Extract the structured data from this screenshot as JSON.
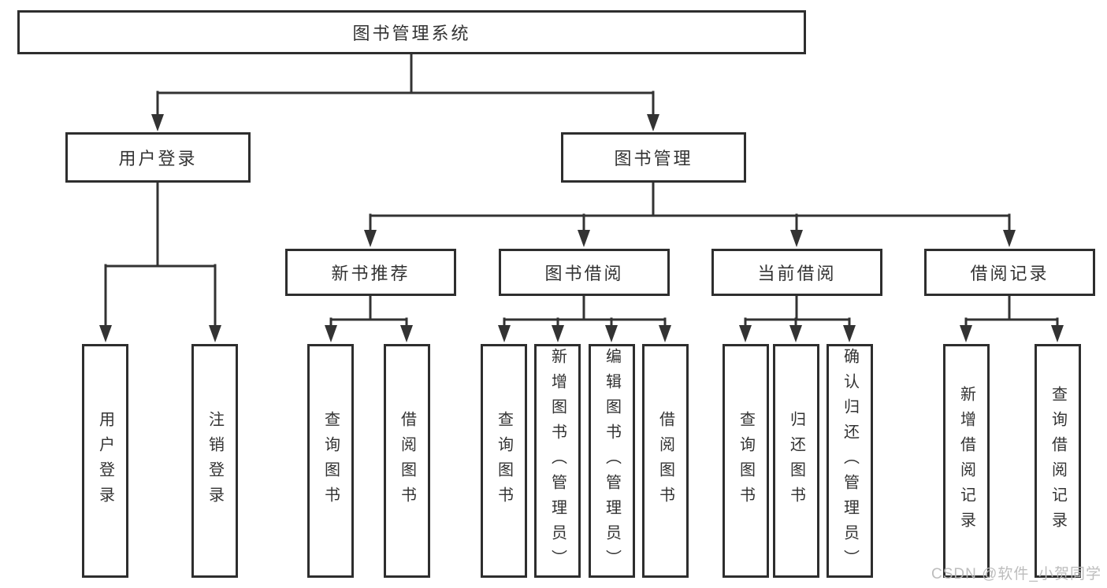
{
  "tree": {
    "label": "图书管理系统",
    "children": [
      {
        "label": "用户登录",
        "children": [
          {
            "label": "用户登录"
          },
          {
            "label": "注销登录"
          }
        ]
      },
      {
        "label": "图书管理",
        "children": [
          {
            "label": "新书推荐",
            "children": [
              {
                "label": "查询图书"
              },
              {
                "label": "借阅图书"
              }
            ]
          },
          {
            "label": "图书借阅",
            "children": [
              {
                "label": "查询图书"
              },
              {
                "label": "新增图书（管理员）"
              },
              {
                "label": "编辑图书（管理员）"
              },
              {
                "label": "借阅图书"
              }
            ]
          },
          {
            "label": "当前借阅",
            "children": [
              {
                "label": "查询图书"
              },
              {
                "label": "归还图书"
              },
              {
                "label": "确认归还（管理员）"
              }
            ]
          },
          {
            "label": "借阅记录",
            "children": [
              {
                "label": "新增借阅记录"
              },
              {
                "label": "查询借阅记录"
              }
            ]
          }
        ]
      }
    ]
  },
  "watermark": "CSDN @软件_小贺同学",
  "colors": {
    "line": "#333333",
    "border": "#2e2e2e",
    "text": "#333333",
    "watermark": "#b9b9b9"
  }
}
